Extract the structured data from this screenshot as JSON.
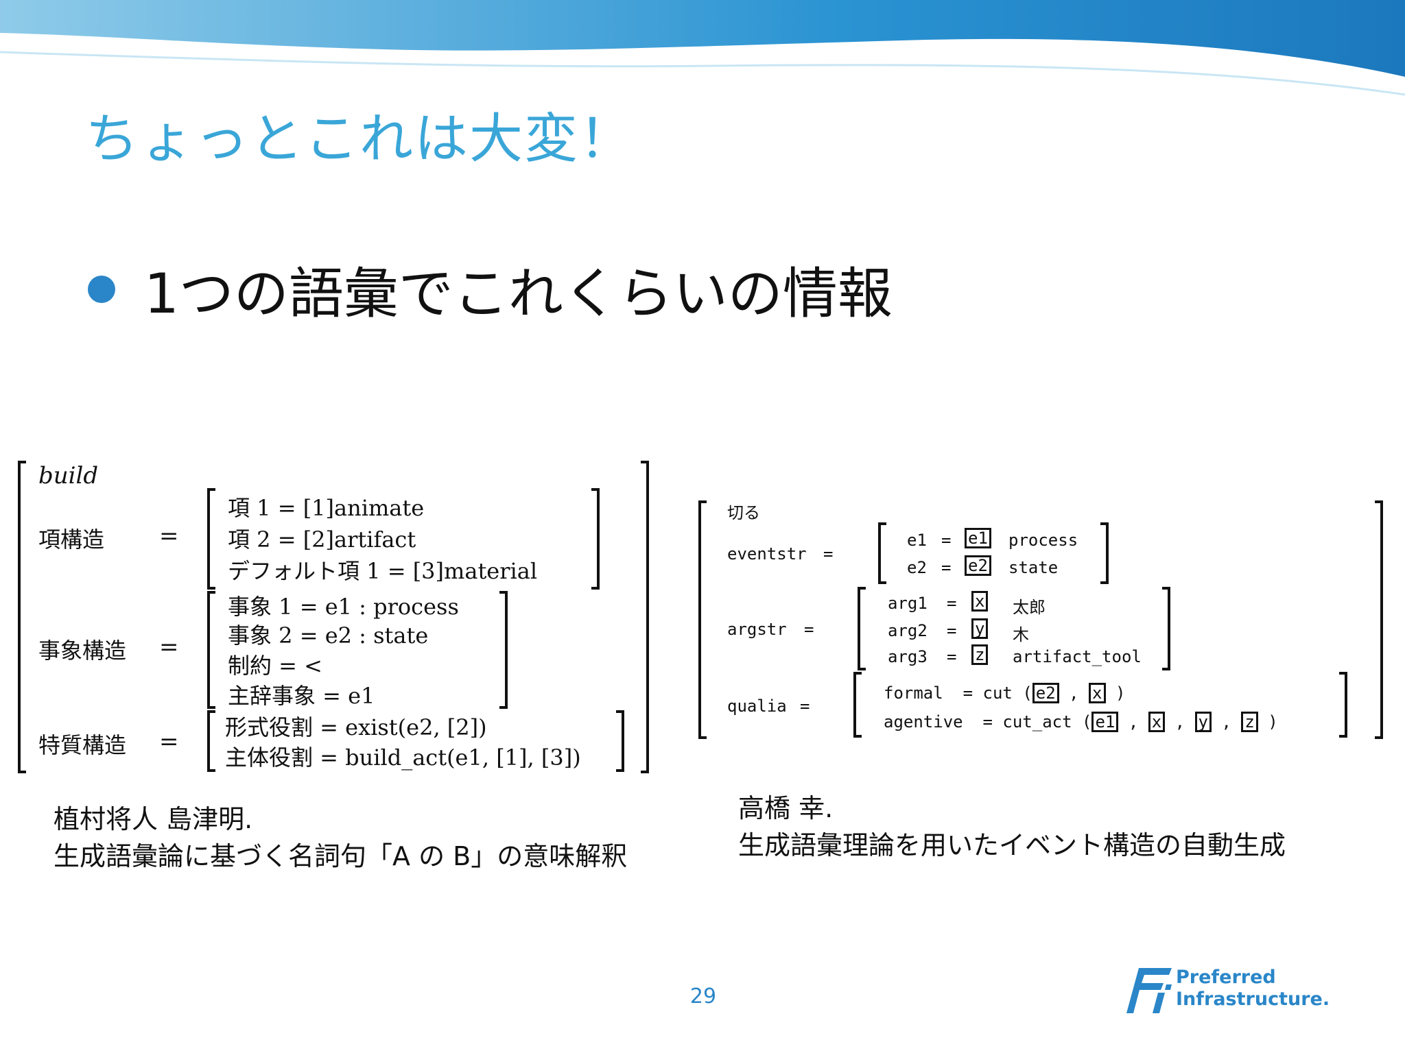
{
  "slide": {
    "title": "ちょっとこれは大変！",
    "bullet": "1つの語彙でこれくらいの情報",
    "page_number": "29",
    "accent_color": "#3aa6d8",
    "bullet_color": "#2a86c8"
  },
  "left_figure": {
    "head": "build",
    "arg_label": "項構造",
    "arg_items": [
      "項 1 = [1]animate",
      "項 2 = [2]artifact",
      "デフォルト項 1 = [3]material"
    ],
    "event_label": "事象構造",
    "event_items": [
      "事象 1 = e1 : process",
      "事象 2 = e2 : state",
      "制約 = <",
      "主辞事象 = e1"
    ],
    "qualia_label": "特質構造",
    "qualia_items": [
      "形式役割 = exist(e2, [2])",
      "主体役割 = build_act(e1, [1], [3])"
    ],
    "eq": "="
  },
  "right_figure": {
    "head": "切る",
    "eventstr_label": "eventstr",
    "eventstr_rows": [
      {
        "name": "e1",
        "tag": "e1",
        "value": "process"
      },
      {
        "name": "e2",
        "tag": "e2",
        "value": "state"
      }
    ],
    "argstr_label": "argstr",
    "argstr_rows": [
      {
        "name": "arg1",
        "tag": "x",
        "value": "太郎"
      },
      {
        "name": "arg2",
        "tag": "y",
        "value": "木"
      },
      {
        "name": "arg3",
        "tag": "z",
        "value": "artifact_tool"
      }
    ],
    "qualia_label": "qualia",
    "formal": {
      "name": "formal",
      "fn": "cut",
      "args": [
        "e2",
        "x"
      ]
    },
    "agentive": {
      "name": "agentive",
      "fn": "cut_act",
      "args": [
        "e1",
        "x",
        "y",
        "z"
      ]
    },
    "eq": "="
  },
  "captions": {
    "left_line1": "植村将人 島津明.",
    "left_line2": "生成語彙論に基づく名詞句「A の B」の意味解釈",
    "right_line1": "高橋 幸.",
    "right_line2": "生成語彙理論を用いたイベント構造の自動生成"
  },
  "logo": {
    "line1": "Preferred",
    "line2": "Infrastructure."
  }
}
